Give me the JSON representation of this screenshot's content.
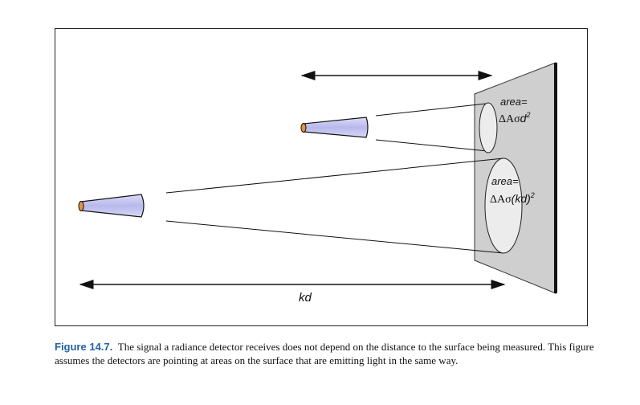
{
  "diagram": {
    "label_near": {
      "line1": "area=",
      "line2_prefix": "ΔAσ",
      "var": "d",
      "exp": "2"
    },
    "label_far": {
      "line1": "area=",
      "line2_prefix": "ΔAσ",
      "var": "(kd)",
      "exp": "2"
    },
    "distance_label": "kd"
  },
  "caption": {
    "label": "Figure 14.7.",
    "text": "The signal a radiance detector receives does not depend on the distance to the surface being measured. This figure assumes the detectors are pointing at areas on the surface that are emitting light in the same way."
  },
  "colors": {
    "detector_body": "#c8c8f0",
    "detector_tip": "#e8923a",
    "surface": "#cfcfcf",
    "caption_label": "#1f62b0"
  }
}
